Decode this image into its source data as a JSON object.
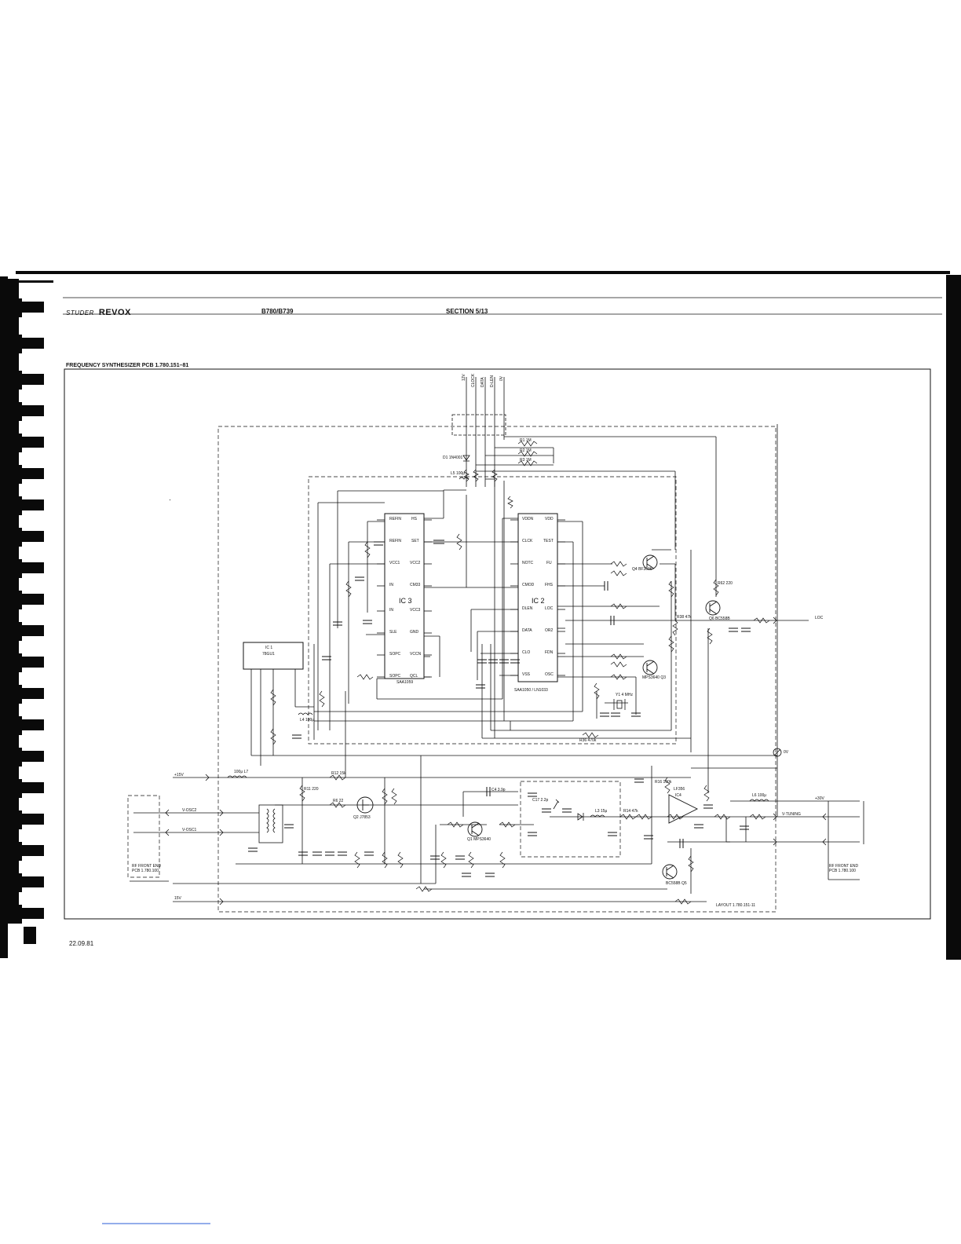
{
  "header": {
    "brand_prefix": "STUDER",
    "brand": "REVOX",
    "model": "B780/B739",
    "section": "SECTION 5/13"
  },
  "schematic": {
    "title": "FREQUENCY SYNTHESIZER PCB  1.780.151–81",
    "date": "22.09.81",
    "layout_note": "LAYOUT 1.780.151-11",
    "ic1": {
      "ref": "IC 1",
      "type": "78GU1"
    },
    "ic2": {
      "ref": "IC 2",
      "type": "SAA1050 / LN1033",
      "left_pins": [
        "VDDN",
        "CLCK",
        "NOTC",
        "CMOD",
        "DLEN",
        "DATA",
        "CLO",
        "VSS"
      ],
      "right_pins": [
        "VDD",
        "TEST",
        "FU",
        "FHS",
        "LOC",
        "OR2",
        "FDN",
        "OSC"
      ]
    },
    "ic3": {
      "ref": "IC 3",
      "type": "SAA1059",
      "left_pins": [
        "REFIN",
        "REFIN",
        "VCC1",
        "IN",
        "IN",
        "SLE",
        "SOPC",
        "SOPC"
      ],
      "right_pins": [
        "HS",
        "SET",
        "VCC2",
        "CM33",
        "VCC3",
        "GND",
        "VCCN",
        "QCL"
      ]
    },
    "ic4": {
      "ref": "IC4",
      "type": "LF356"
    },
    "transistors": [
      {
        "ref": "Q1",
        "type": "MPS3640"
      },
      {
        "ref": "Q3",
        "type": "MPS3640"
      },
      {
        "ref": "Q4",
        "type": "BF3606"
      },
      {
        "ref": "Q5",
        "type": "BC558B"
      },
      {
        "ref": "Q6",
        "type": "BC558B"
      },
      {
        "ref": "Q2",
        "type": "J7853"
      }
    ],
    "connectors": {
      "top": [
        "12V",
        "CLOCK",
        "DATA",
        "D-LEN",
        "0V"
      ],
      "left_top": "+15V",
      "left_bottom": "15V",
      "left_osc1": "V-OSC2",
      "left_osc2": "V-OSC1",
      "right_tuning": "V-TUNING",
      "right_loc": "LOC",
      "right_30v": "+30V",
      "zero_v": "0V",
      "rf_left": "RF FRONT END PCB 1.780.100",
      "rf_right": "RF FRONT END PCB 1.780.100"
    },
    "parts": {
      "r1": "R1 1M",
      "r2": "R2 1M",
      "r3": "R3 1M",
      "l7": "100μ L7",
      "l5": "L5 100μ",
      "l6": "L6 100μ",
      "l4": "L4 100μ",
      "r12": "R12 15k",
      "r11": "R11 220",
      "r6": "R6 22",
      "c4": "C4 3.9p",
      "c17": "C17 2.2p",
      "r62": "R62 220",
      "y1": "Y1 4 MHz",
      "d1": "D1 1N4001",
      "l3": "L3 15μ",
      "r38": "R38 47k",
      "r36": "R36 470k",
      "r16": "R16 100k",
      "r14": "R14 47k"
    }
  },
  "colors": {
    "ink": "#111111",
    "paper": "#ffffff",
    "binding": "#0a0a0a"
  }
}
